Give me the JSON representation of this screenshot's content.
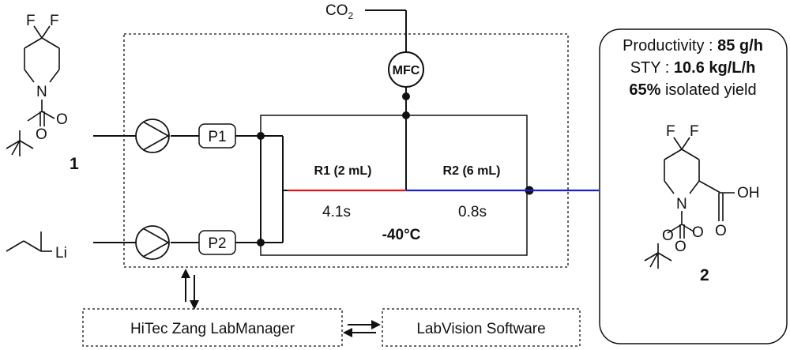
{
  "diagram": {
    "co2_label": "CO",
    "co2_subscript": "2",
    "mfc_label": "MFC",
    "pump1_label": "P1",
    "pump2_label": "P2",
    "reactor1_label": "R1 (2 mL)",
    "reactor2_label": "R2 (6 mL)",
    "reactor1_time": "4.1s",
    "reactor2_time": "0.8s",
    "temperature": "-40°C",
    "labmanager_label": "HiTec Zang LabManager",
    "labvision_label": "LabVision Software"
  },
  "results": {
    "productivity_label": "Productivity : ",
    "productivity_value": "85 g/h",
    "sty_label": "STY : ",
    "sty_value": "10.6 kg/L/h",
    "yield_value": "65%",
    "yield_label": " isolated yield"
  },
  "compounds": {
    "compound1_number": "1",
    "compound2_number": "2",
    "fluorine": "F",
    "nitrogen": "N",
    "oxygen": "O",
    "lithium": "Li",
    "hydroxyl": "OH"
  },
  "colors": {
    "reactor1_line": "#e8141c",
    "reactor2_line": "#1c22c8",
    "lines": "#111111"
  }
}
